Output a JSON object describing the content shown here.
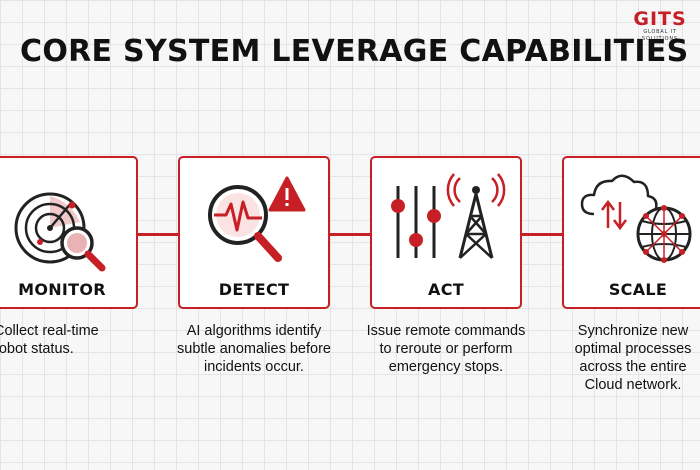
{
  "brand": {
    "logo_text": "GITS",
    "logo_subtext": "GLOBAL IT SOLUTIONS",
    "accent_color": "#c62026"
  },
  "title": "CORE SYSTEM LEVERAGE CAPABILITIES",
  "cards": [
    {
      "label": "MONITOR",
      "icon": "radar-magnifier-icon",
      "description": "Collect real-time robot status."
    },
    {
      "label": "DETECT",
      "icon": "anomaly-alert-magnifier-icon",
      "description": "AI algorithms identify subtle anomalies before incidents occur."
    },
    {
      "label": "ACT",
      "icon": "control-sliders-antenna-icon",
      "description": "Issue remote commands to reroute or perform emergency stops."
    },
    {
      "label": "SCALE",
      "icon": "cloud-sync-globe-icon",
      "description": "Synchronize new optimal processes across the entire Cloud network."
    }
  ]
}
